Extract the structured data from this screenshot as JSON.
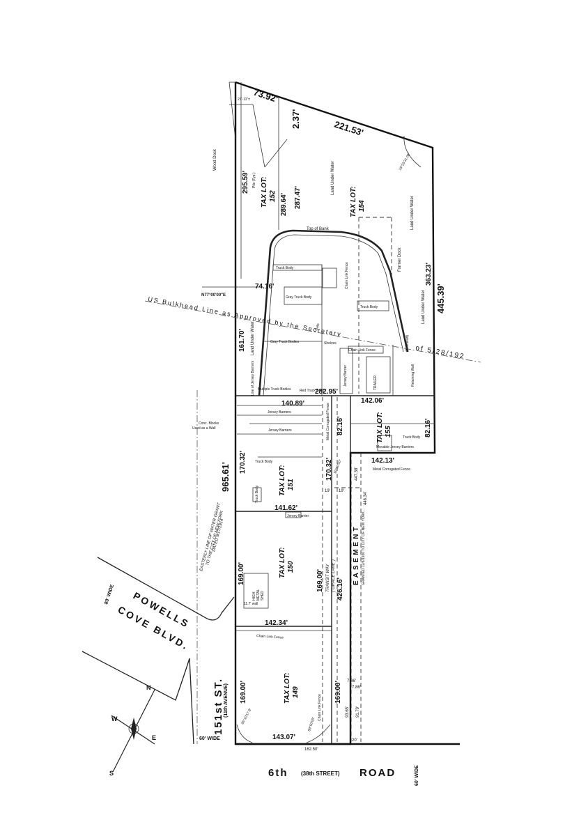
{
  "streets": {
    "sixth": "6th",
    "sixth_sub": "(38th STREET)",
    "road": "ROAD",
    "sixth_width": "60' WIDE",
    "st151": "151st ST.",
    "st151_sub": "(11th AVENUE)",
    "st151_width": "60' WIDE",
    "powells": "POWELLS",
    "cove": "COVE BLVD.",
    "powells_width": "80' WIDE"
  },
  "lots": {
    "lot149": [
      "TAX LOT:",
      "149"
    ],
    "lot150": [
      "TAX LOT:",
      "150"
    ],
    "lot151": [
      "TAX LOT:",
      "151"
    ],
    "lot152": [
      "TAX LOT:",
      "152"
    ],
    "lot154": [
      "TAX LOT:",
      "154"
    ],
    "lot155": [
      "TAX LOT:",
      "155"
    ]
  },
  "dims": {
    "d7392": "73.92'",
    "d237": "2.37'",
    "d22153": "221.53'",
    "d44539": "445.39'",
    "d36323": "363.23'",
    "d29559": "295.59'",
    "d28964": "289.64'",
    "d28747": "287.47'",
    "d7416": "74.16'",
    "d16170": "161.70'",
    "d28295": "282.95'",
    "d14089": "140.89'",
    "d14206": "142.06'",
    "d8216a": "82.16'",
    "d8216b": "82.16'",
    "d14213": "142.13'",
    "d96561": "965.61'",
    "d17032a": "170.32'",
    "d17032b": "170.32'",
    "d14162": "141.62'",
    "d16900a": "169.00'",
    "d16900b": "169.00'",
    "d42616": "426.16'",
    "d14234": "142.34'",
    "d16900c": "169.00'",
    "d16900d": "169.00'",
    "d14307": "143.07'",
    "d16250": "162.50'",
    "d19a": "19'",
    "d19b": "19'",
    "d20": "20'",
    "d786a": "7.86'",
    "d786b": "7.86'",
    "d9365": "93.65'",
    "d9179": "91.79'",
    "d44738": "447.38'",
    "d44634": "446.34'"
  },
  "labels": {
    "bearing": "N77°00'00\"E",
    "bulkhead": "US Bulkhead Line as Approved by the Secretary",
    "bulkhead_date": "of 5/28/192",
    "top_of_bank": "Top of Bank",
    "wood_dock": "Wood Dock",
    "pile": "Pile (Typ.)",
    "land_under_water": "Land Under Water",
    "former_dock": "Former Dock",
    "truck_body": "Truck Body",
    "gray_truck_body": "Gray Truck Body",
    "gray_truck_bodies": "Gray Truck Bodies",
    "shelves": "Shelves",
    "chain_link_fence": "Chain Link Fence",
    "gate": "Gate",
    "jersey_barriers": "Jersey Barriers",
    "jersey_barrier": "Jersey Barrier",
    "line_jersey": "Line of Jersey Barriers",
    "multiple_truck": "Multiple Truck Bodies",
    "red_truck_body": "Red Truck Body",
    "conc_blocks_1": "Conc. Blocks",
    "conc_blocks_2": "Used as a Wall",
    "metal_fence": "Metal Corrugated Fence",
    "movable_jersey": "Movable Jersey Barriers",
    "trailer": "TRAILER",
    "retaining_wall": "Retaining Wall",
    "bulkhead_note": "(Bulkhead)",
    "high_metal_shed_1": "HIGH",
    "high_metal_shed_2": "METAL",
    "high_metal_shed_3": "SHED",
    "shed_dim": "11.7' wall",
    "easterly_1": "EASTERLY LINE OF WATER GRANT",
    "easterly_2": "TO THE CITY OF NEW YORK",
    "easterly_3": "DATED 9/17/1914",
    "transit_1": "TRANSIT WAY",
    "transit_2": "(\"GRACE LANE\")",
    "easement": "EASEMENT",
    "easement_sub": "GRANTED 12/6/1930 TO CITY OF NEW YORK",
    "arc_1": "19°25'31.08\"",
    "arc_2": "85°10'17.8\"",
    "arc_3": "89°50'00\"",
    "arc_4": "90°00'00\"",
    "small_dim": "27'-11\"±"
  },
  "compass": {
    "n": "N",
    "s": "S",
    "e": "E",
    "w": "W"
  }
}
